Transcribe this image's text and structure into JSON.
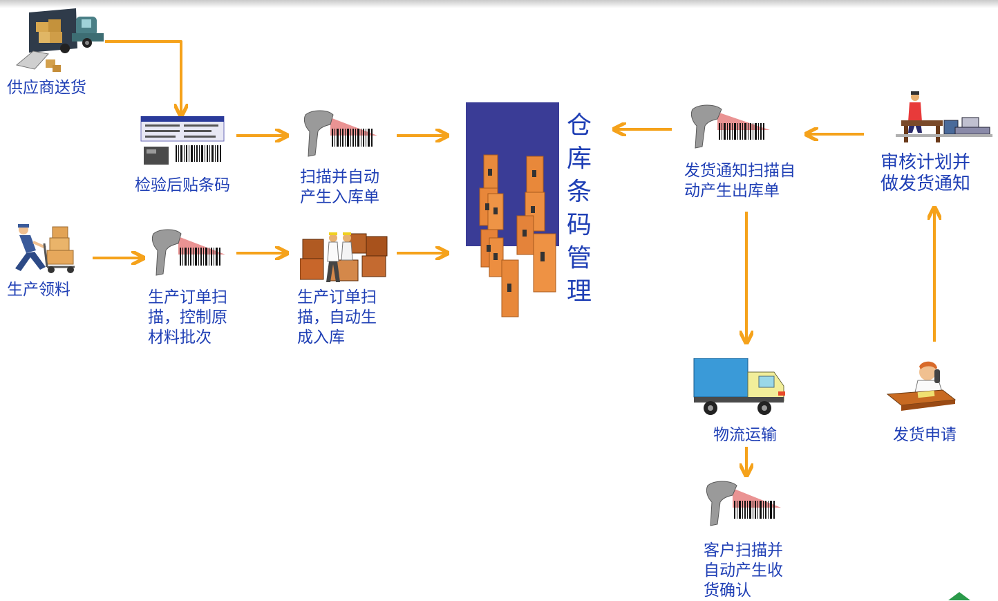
{
  "colors": {
    "label": "#1f3fb5",
    "arrow": "#f5a21b",
    "block": "#3a3c96",
    "box": "#e88a3c"
  },
  "nodes": {
    "supplier_delivery": "供应商送货",
    "label_after_inspection": "检验后贴条码",
    "scan_inbound_order": "扫描并自动\n产生入库单",
    "production_picking": "生产领料",
    "production_order_scan_batch": "生产订单扫\n描，控制原\n材料批次",
    "production_order_scan_inbound": "生产订单扫\n描，自动生\n成入库",
    "warehouse_title": "仓\n库\n条\n码\n管\n理",
    "shipping_notice_scan": "发货通知扫描自\n动产生出库单",
    "review_plan_notice": "审核计划并\n做发货通知",
    "logistics": "物流运输",
    "shipping_request": "发货申请",
    "customer_scan_confirm": "客户扫描并\n自动产生收\n货确认"
  },
  "icons": {
    "truck_delivery": "delivery-truck-icon",
    "label_printer": "label-printer-icon",
    "barcode_scanner": "barcode-scanner-icon",
    "worker_cart": "worker-hand-truck-icon",
    "workers_boxes": "workers-with-boxes-icon",
    "warehouse_boxes": "warehouse-boxes-icon",
    "office_worker": "office-worker-desk-icon",
    "cargo_truck": "cargo-truck-icon",
    "phone_clerk": "phone-clerk-icon"
  }
}
